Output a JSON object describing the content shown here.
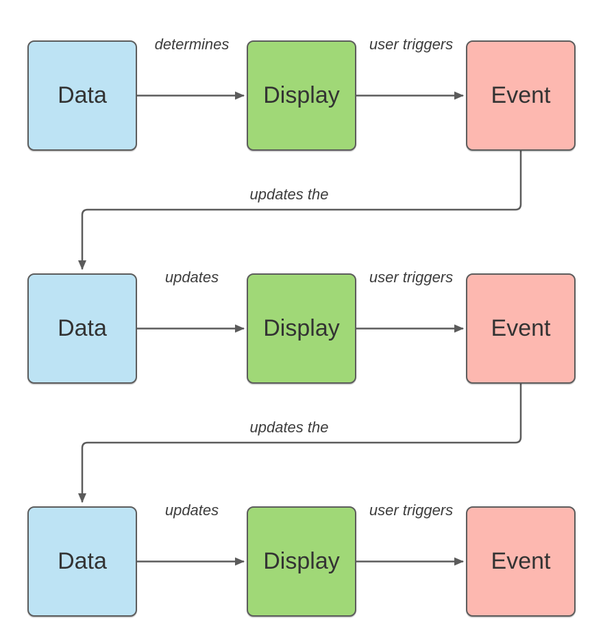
{
  "diagram": {
    "type": "flowchart",
    "description": "Data-Display-Event update cycle repeated three times",
    "rows": [
      {
        "data_label": "Data",
        "display_label": "Display",
        "event_label": "Event",
        "data_to_display_label": "determines",
        "display_to_event_label": "user triggers"
      },
      {
        "data_label": "Data",
        "display_label": "Display",
        "event_label": "Event",
        "data_to_display_label": "updates",
        "display_to_event_label": "user triggers"
      },
      {
        "data_label": "Data",
        "display_label": "Display",
        "event_label": "Event",
        "data_to_display_label": "updates",
        "display_to_event_label": "user triggers"
      }
    ],
    "feedback_edges": [
      {
        "label": "updates the",
        "from": "Event row 1",
        "to": "Data row 2"
      },
      {
        "label": "updates the",
        "from": "Event row 2",
        "to": "Data row 3"
      }
    ],
    "colors": {
      "data_fill": "#bde3f4",
      "display_fill": "#a0d877",
      "event_fill": "#fdb8b0",
      "node_border": "#5c5c5c",
      "connector": "#5b5b5b",
      "node_text": "#333333",
      "label_text": "#3d3d3d",
      "background": "#ffffff"
    }
  }
}
